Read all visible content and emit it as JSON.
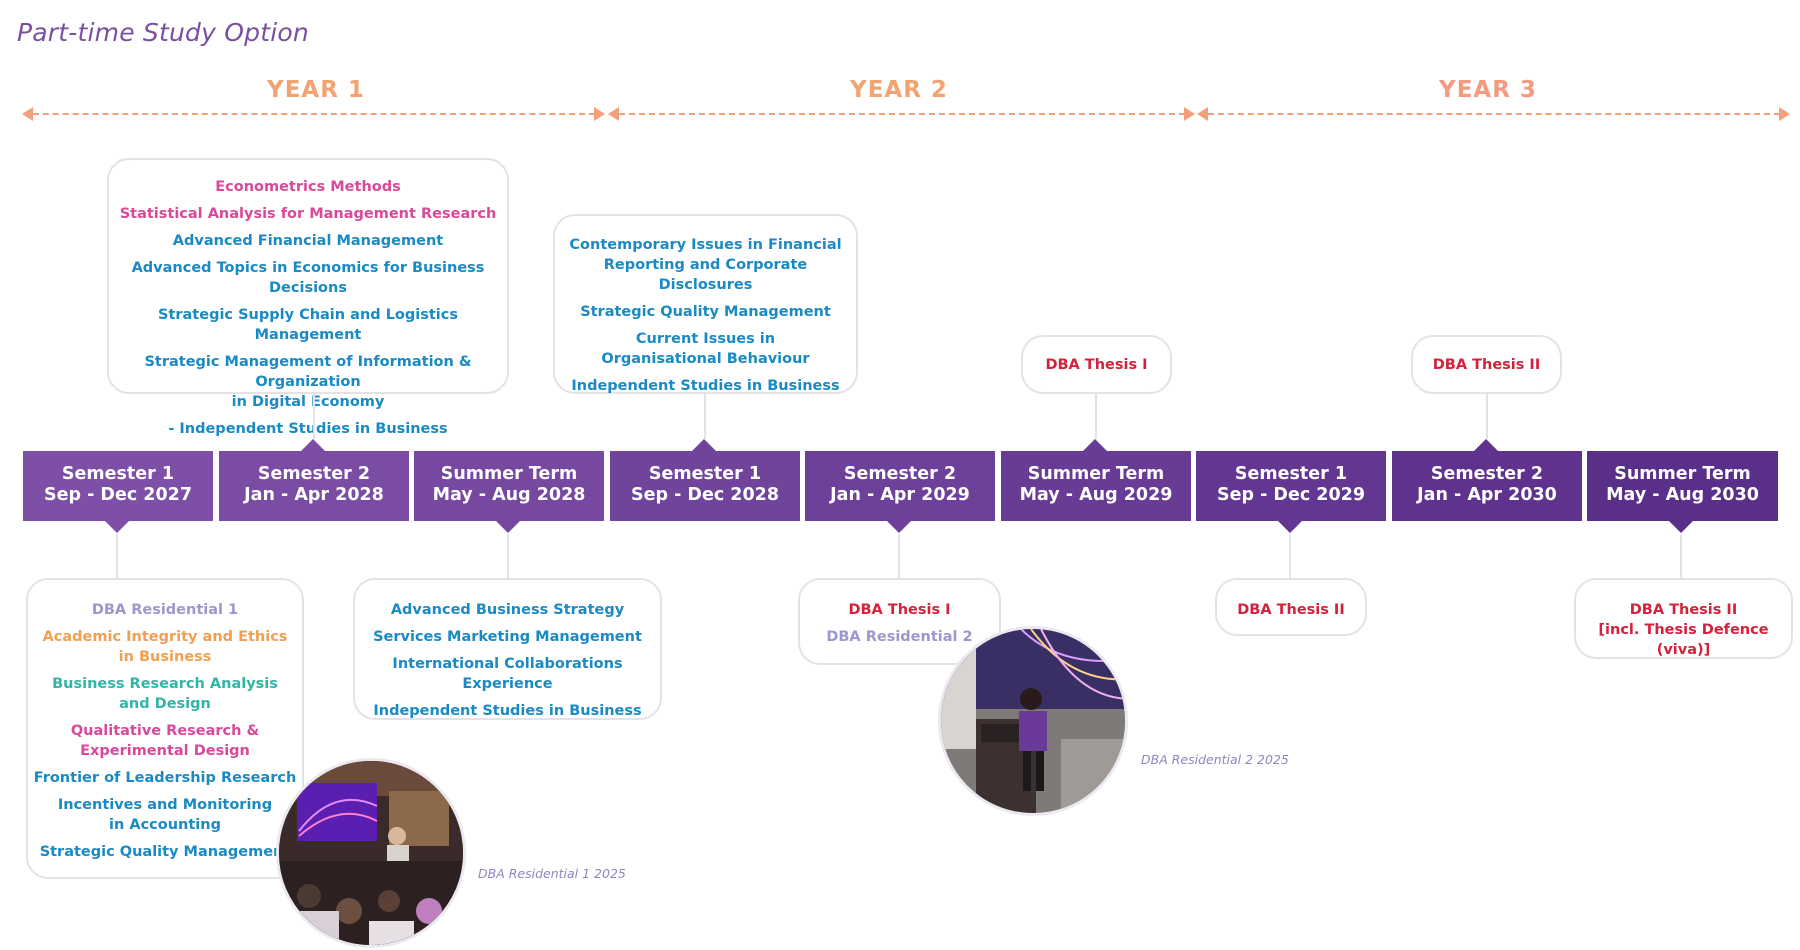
{
  "title": "Part-time Study Option",
  "colors": {
    "title": "#7b4fa0",
    "year1": "#f3a36f",
    "year2": "#f3a36f",
    "year3": "#f39a7f",
    "dash": "#f3a07a",
    "box_border": "#e4e1e8",
    "blue": "#1a8ac4",
    "pink": "#d9499a",
    "red": "#d4223c",
    "lavender": "#9c97cc",
    "orange": "#f0a050",
    "teal": "#33b5a6",
    "caption": "#8f86c1"
  },
  "years": [
    {
      "label": "YEAR 1"
    },
    {
      "label": "YEAR 2"
    },
    {
      "label": "YEAR 3"
    }
  ],
  "terms": [
    {
      "name": "Semester 1",
      "dates": "Sep - Dec 2027",
      "color": "#7d4fa6"
    },
    {
      "name": "Semester 2",
      "dates": "Jan - Apr 2028",
      "color": "#7a4ca3"
    },
    {
      "name": "Summer Term",
      "dates": "May - Aug 2028",
      "color": "#7648a0"
    },
    {
      "name": "Semester 1",
      "dates": "Sep - Dec 2028",
      "color": "#71449c"
    },
    {
      "name": "Semester 2",
      "dates": "Jan - Apr 2029",
      "color": "#6d4099"
    },
    {
      "name": "Summer Term",
      "dates": "May - Aug 2029",
      "color": "#683c95"
    },
    {
      "name": "Semester 1",
      "dates": "Sep - Dec 2029",
      "color": "#633791"
    },
    {
      "name": "Semester 2",
      "dates": "Jan - Apr 2030",
      "color": "#5f338d"
    },
    {
      "name": "Summer Term",
      "dates": "May - Aug 2030",
      "color": "#5a2f89"
    }
  ],
  "boxes": {
    "y1_sem2_top": [
      {
        "text": "Econometrics Methods",
        "color": "#d9499a"
      },
      {
        "text": "Statistical Analysis for Management Research",
        "color": "#d9499a"
      },
      {
        "text": "Advanced Financial Management",
        "color": "#1a8ac4"
      },
      {
        "text": "Advanced Topics in Economics for Business Decisions",
        "color": "#1a8ac4"
      },
      {
        "text": "Strategic Supply Chain and Logistics Management",
        "color": "#1a8ac4"
      },
      {
        "text": "Strategic Management of Information & Organization\nin Digital Economy",
        "color": "#1a8ac4"
      },
      {
        "text": "- Independent Studies in Business",
        "color": "#1a8ac4"
      }
    ],
    "y2_sem1_top": [
      {
        "text": "Contemporary Issues in Financial\nReporting and Corporate Disclosures",
        "color": "#1a8ac4"
      },
      {
        "text": "Strategic Quality Management",
        "color": "#1a8ac4"
      },
      {
        "text": "Current Issues in\nOrganisational Behaviour",
        "color": "#1a8ac4"
      },
      {
        "text": "Independent Studies in Business",
        "color": "#1a8ac4"
      }
    ],
    "y2_summer_top": [
      {
        "text": "DBA Thesis I",
        "color": "#d4223c"
      }
    ],
    "y3_sem2_top": [
      {
        "text": "DBA Thesis II",
        "color": "#d4223c"
      }
    ],
    "y1_sem1_bottom": [
      {
        "text": "DBA Residential 1",
        "color": "#9c97cc"
      },
      {
        "text": "Academic Integrity and Ethics\nin Business",
        "color": "#f0a050"
      },
      {
        "text": "Business Research Analysis\nand Design",
        "color": "#33b5a6"
      },
      {
        "text": "Qualitative Research &\nExperimental Design",
        "color": "#d9499a"
      },
      {
        "text": "Frontier of Leadership Research",
        "color": "#1a8ac4"
      },
      {
        "text": "Incentives and Monitoring\nin Accounting",
        "color": "#1a8ac4"
      },
      {
        "text": "Strategic Quality Management",
        "color": "#1a8ac4"
      }
    ],
    "y1_summer_bottom": [
      {
        "text": "Advanced Business Strategy",
        "color": "#1a8ac4"
      },
      {
        "text": "Services Marketing Management",
        "color": "#1a8ac4"
      },
      {
        "text": "International Collaborations Experience",
        "color": "#1a8ac4"
      },
      {
        "text": "Independent Studies in Business",
        "color": "#1a8ac4"
      }
    ],
    "y2_sem2_bottom": [
      {
        "text": "DBA Thesis I",
        "color": "#d4223c"
      },
      {
        "text": "DBA Residential 2",
        "color": "#9c97cc"
      }
    ],
    "y3_sem1_bottom": [
      {
        "text": "DBA Thesis II",
        "color": "#d4223c"
      }
    ],
    "y3_summer_bottom": [
      {
        "text": "DBA Thesis II\n[incl. Thesis Defence (viva)]",
        "color": "#d4223c"
      }
    ]
  },
  "photos": [
    {
      "caption": "DBA Residential 1 2025"
    },
    {
      "caption": "DBA Residential 2 2025"
    }
  ]
}
